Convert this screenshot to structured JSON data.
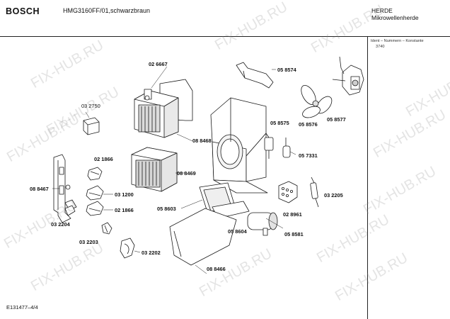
{
  "header": {
    "brand": "BOSCH",
    "model": "HMG3160FF/01,schwarzbraun",
    "category_line1": "HERDE",
    "category_line2": "Mikrowellenherde"
  },
  "ident_box": {
    "title": "Ident – Nummern – Konstante",
    "value": "3740"
  },
  "footer": {
    "doc_number": "E131477–4/4"
  },
  "watermark": {
    "text": "FIX-HUB.RU",
    "color": "#8c8c8c"
  },
  "part_labels": [
    "02 6667",
    "05 8574",
    "03 2750",
    "08 8468",
    "05 8575",
    "05 8576",
    "05 8577",
    "02 1866",
    "08 8469",
    "05 7331",
    "08 8467",
    "03 1200",
    "02 1866",
    "03 2205",
    "05 8603",
    "02 8961",
    "03 2204",
    "05 8604",
    "05 8581",
    "03 2203",
    "03 2202",
    "08 8466"
  ]
}
